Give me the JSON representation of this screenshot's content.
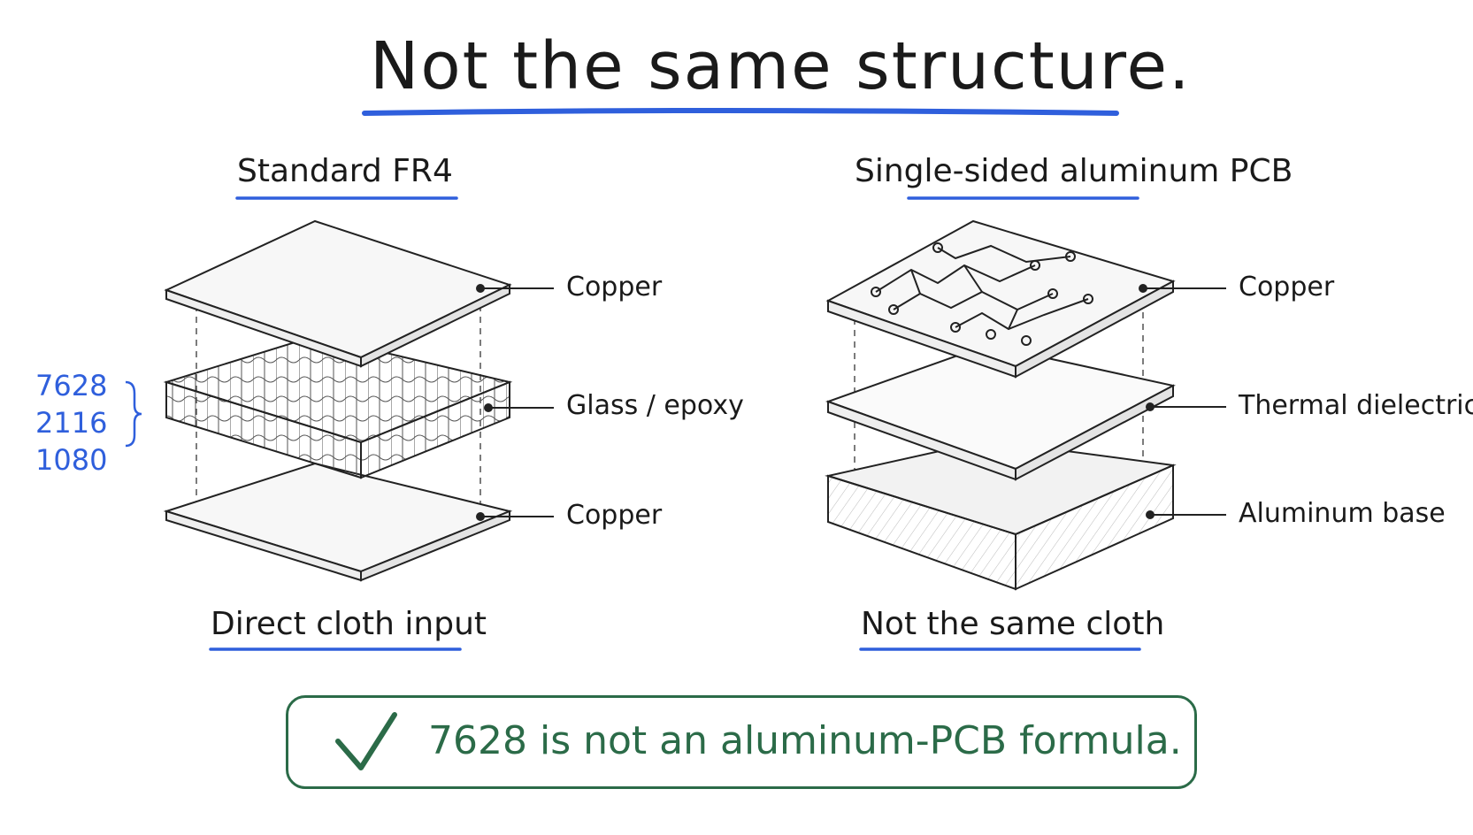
{
  "title": "Not the same structure.",
  "left_panel": {
    "heading": "Standard FR4",
    "layers": [
      "Copper",
      "Glass / epoxy",
      "Copper"
    ],
    "cloth_styles": [
      "7628",
      "2116",
      "1080"
    ],
    "caption": "Direct cloth input"
  },
  "right_panel": {
    "heading": "Single-sided aluminum PCB",
    "layers": [
      "Copper",
      "Thermal dielectric",
      "Aluminum base"
    ],
    "caption": "Not the same cloth"
  },
  "callout": {
    "icon": "checkmark-icon",
    "text": "7628 is not an aluminum-PCB formula."
  },
  "colors": {
    "ink": "#1a1a1a",
    "underline_blue": "#2f5fdc",
    "callout_green": "#2b6b48"
  }
}
